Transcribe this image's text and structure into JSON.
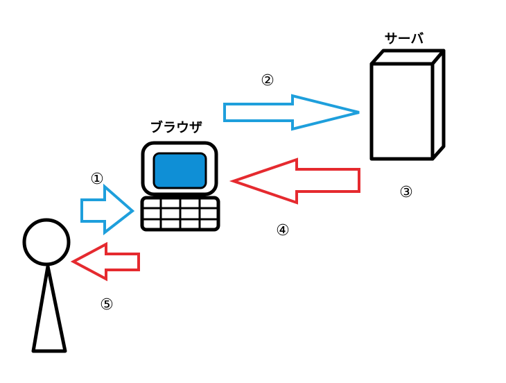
{
  "labels": {
    "browser": "ブラウザ",
    "server": "サーバ"
  },
  "steps": {
    "s1": "①",
    "s2": "②",
    "s3": "③",
    "s4": "④",
    "s5": "⑤"
  },
  "colors": {
    "request_arrow": "#1e9fdc",
    "response_arrow": "#e52a2f",
    "screen_fill": "#0f8fd6",
    "outline": "#000000"
  }
}
